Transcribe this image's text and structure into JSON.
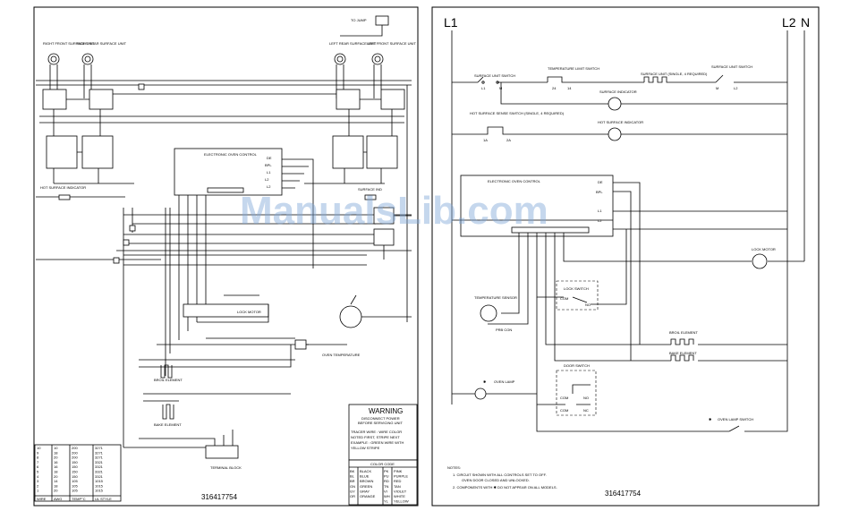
{
  "left_sheet": {
    "part_number": "316417754",
    "top_connector": "TO JUMP",
    "burners": [
      {
        "label": "RIGHT FRONT SURFACE UNIT"
      },
      {
        "label": "RIGHT REAR SURFACE UNIT"
      },
      {
        "label": "LEFT REAR SURFACE UNIT"
      },
      {
        "label": "LEFT FRONT SURFACE UNIT"
      }
    ],
    "hot_surface_indicator": "HOT SURFACE INDICATOR",
    "electronic_oven_control": "ELECTRONIC OVEN CONTROL",
    "control_terminals": [
      "DE",
      "BPL",
      "L1",
      "L2",
      "L2"
    ],
    "surface_ind": "SURFACE IND",
    "lock_switch": "LOCK MOTOR",
    "oven_temp_sensor": "OVEN TEMPERATURE",
    "broil_element": "BROIL ELEMENT",
    "bake_element": "BAKE ELEMENT",
    "terminal_block": "TERMINAL BLOCK",
    "warning": {
      "title": "WARNING",
      "line1": "DISCONNECT POWER",
      "line2": "BEFORE SERVICING UNIT",
      "trace1": "TRACER WIRE : WIRE COLOR",
      "trace2": "NOTED FIRST, STRIPE NEXT",
      "trace3": "EXAMPLE : GREEN WIRE WITH",
      "trace4": "YELLOW STRIPE",
      "color_code": "COLOR CODE"
    },
    "gauge_table": {
      "headers": [
        "WIRE",
        "AWG",
        "TEMP°C",
        "UL STYLE"
      ],
      "rows": [
        [
          "10",
          "10",
          "200",
          "3271"
        ],
        [
          "9",
          "18",
          "200",
          "3271"
        ],
        [
          "8",
          "20",
          "200",
          "3271"
        ],
        [
          "7",
          "16",
          "150",
          "3321"
        ],
        [
          "6",
          "16",
          "150",
          "3321"
        ],
        [
          "5",
          "18",
          "150",
          "3321"
        ],
        [
          "4",
          "20",
          "150",
          "3321"
        ],
        [
          "3",
          "14",
          "105",
          "1015"
        ],
        [
          "2",
          "18",
          "105",
          "1015"
        ],
        [
          "1",
          "20",
          "105",
          "1015"
        ]
      ]
    },
    "color_codes": [
      [
        "BK",
        "BLACK",
        "PK",
        "PINK"
      ],
      [
        "BL",
        "BLUE",
        "PU",
        "PURPLE"
      ],
      [
        "BR",
        "BROWN",
        "RD",
        "RED"
      ],
      [
        "GN",
        "GREEN",
        "TN",
        "TAN"
      ],
      [
        "GY",
        "GRAY",
        "VI",
        "VIOLET"
      ],
      [
        "OR",
        "ORANGE",
        "WH",
        "WHITE"
      ],
      [
        "",
        "",
        "YL",
        "YELLOW"
      ]
    ]
  },
  "right_sheet": {
    "part_number": "316417754",
    "rails": {
      "l1": "L1",
      "l2": "L2",
      "n": "N"
    },
    "labels": {
      "surface_switch": "SURFACE UNIT SWITCH",
      "temp_limiter": "TEMPERATURE LIMIT SWITCH",
      "surface_unit": "SURFACE UNIT (SINGLE, 4 REQUIRED)",
      "surface_switch2": "SURFACE UNIT SWITCH",
      "surface_indicator": "SURFACE INDICATOR",
      "hot_switch": "HOT SURFACE SENSE SWITCH (SINGLE, 4 REQUIRED)",
      "hot_indicator": "HOT SURFACE INDICATOR",
      "eoc": "ELECTRONIC OVEN CONTROL",
      "eoc_terms": [
        "DE",
        "BPL",
        "L1",
        "L2"
      ],
      "lock_motor": "LOCK MOTOR",
      "temp_sensor": "TEMPERATURE SENSOR",
      "probe": "PRB CON",
      "lock_switch": "LOCK SWITCH",
      "com": "COM",
      "no": "NO",
      "nc": "NC",
      "broil": "BROIL ELEMENT",
      "bake": "BAKE ELEMENT",
      "door_switch": "DOOR SWITCH",
      "oven_lamp": "OVEN LAMP",
      "oven_lamp_switch": "OVEN LAMP SWITCH",
      "l1": "L1",
      "m": "M",
      "l2": "L2",
      "n1": "1",
      "n4": "4",
      "pin24": "24",
      "pin14": "14",
      "pin1a": "1A",
      "pin2a": "2A"
    },
    "notes": {
      "title": "NOTES:",
      "n1": "1.  CIRCUIT SHOWN WITH ALL CONTROLS SET TO OFF.",
      "n1b": "OVEN DOOR CLOSED AND UNLOCKED.",
      "n2": "2.  COMPONENTS WITH  ✱  DO NOT APPEAR ON ALL MODELS."
    }
  },
  "watermark": "ManualsLib.com"
}
